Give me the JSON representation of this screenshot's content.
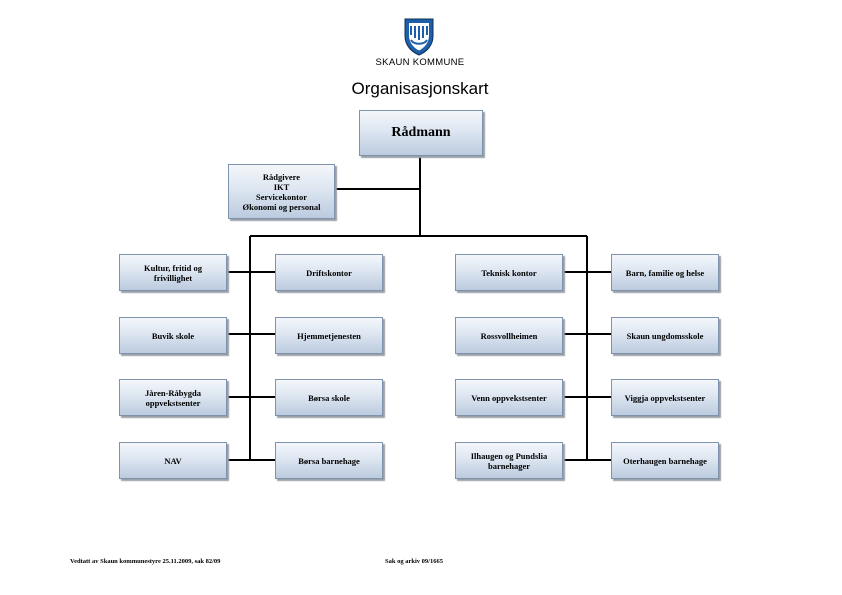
{
  "header": {
    "brand": "SKAUN KOMMUNE",
    "title": "Organisasjonskart"
  },
  "chart": {
    "top": "Rådmann",
    "staff": "Rådgivere\nIKT\nServicekontor\nØkonomi og personal",
    "col1": [
      "Kultur, fritid og\nfrivillighet",
      "Buvik skole",
      "Jåren-Råbygda\noppvekstsenter",
      "NAV"
    ],
    "col2": [
      "Driftskontor",
      "Hjemmetjenesten",
      "Børsa skole",
      "Børsa barnehage"
    ],
    "col3": [
      "Teknisk kontor",
      "Rossvollheimen",
      "Venn oppvekstsenter",
      "Ilhaugen og Pundslia\nbarnehager"
    ],
    "col4": [
      "Barn, familie og helse",
      "Skaun ungdomsskole",
      "Viggja oppvekstsenter",
      "Oterhaugen barnehage"
    ]
  },
  "footer": {
    "left": "Vedtatt av Skaun kommunestyre 25.11.2009, sak 82/09",
    "right": "Sak og arkiv 09/1665"
  },
  "colors": {
    "box_top": "#f4f7fb",
    "box_bottom": "#bccbdf",
    "box_border": "#7f93ad",
    "logo_blue": "#1d5fa8"
  }
}
